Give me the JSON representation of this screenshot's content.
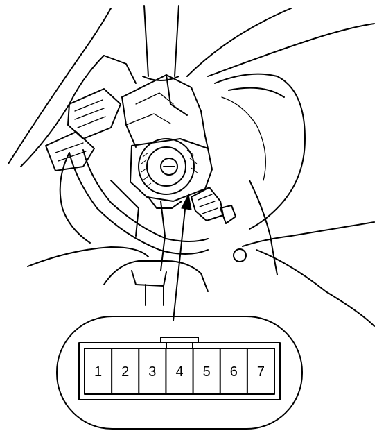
{
  "connector": {
    "pins": [
      "1",
      "2",
      "3",
      "4",
      "5",
      "6",
      "7"
    ],
    "key_pin": "4"
  },
  "colors": {
    "line": "#000000",
    "background": "#ffffff"
  }
}
